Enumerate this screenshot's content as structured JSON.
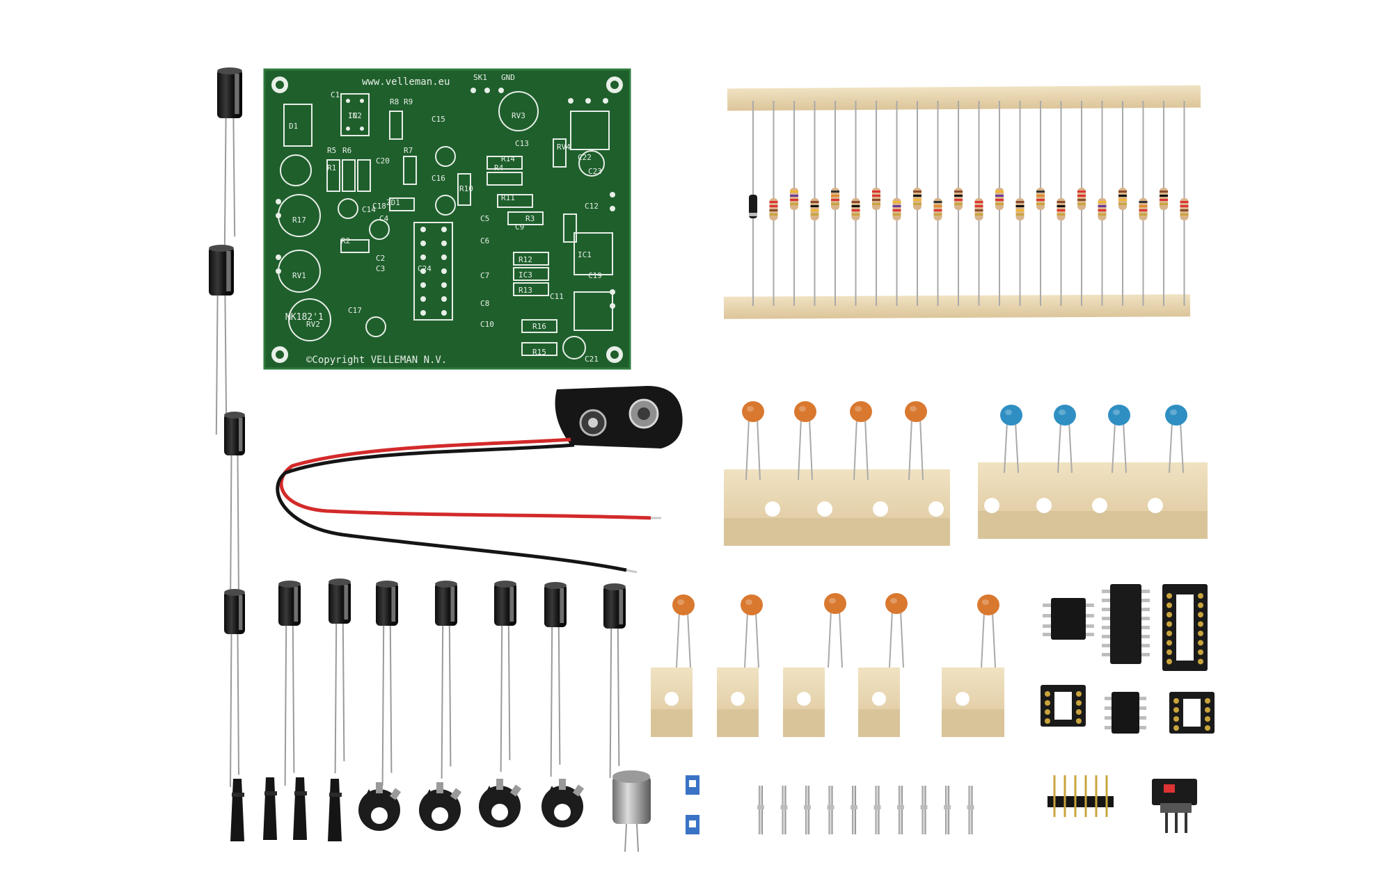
{
  "pcb": {
    "url": "www.velleman.eu",
    "model": "MK182'1",
    "copyright": "©Copyright VELLEMAN N.V.",
    "labels": [
      "IC2",
      "C1",
      "R8",
      "R9",
      "C15",
      "C16",
      "C14",
      "R1",
      "R2",
      "C2",
      "C3",
      "R5",
      "R6",
      "R7",
      "C20",
      "ZD1",
      "C4",
      "C5",
      "C6",
      "C7",
      "C8",
      "C9",
      "C10",
      "C11",
      "C12",
      "C13",
      "C17",
      "C18",
      "C19",
      "C21",
      "C22",
      "C23",
      "C24",
      "IC1",
      "IC3",
      "R3",
      "R4",
      "R10",
      "R11",
      "R12",
      "R13",
      "R14",
      "R15",
      "R16",
      "R17",
      "RV1",
      "RV2",
      "RV3",
      "RV4",
      "D1",
      "SK1",
      "GND",
      "IN"
    ]
  },
  "colors": {
    "pcb_green": "#1f5f2c",
    "tape": "#ead9b6",
    "ceramic_orange": "#d9782f",
    "ceramic_blue": "#2f8fc2",
    "capacitor_black": "#1b1b1b",
    "wire_red": "#d32a2a"
  }
}
